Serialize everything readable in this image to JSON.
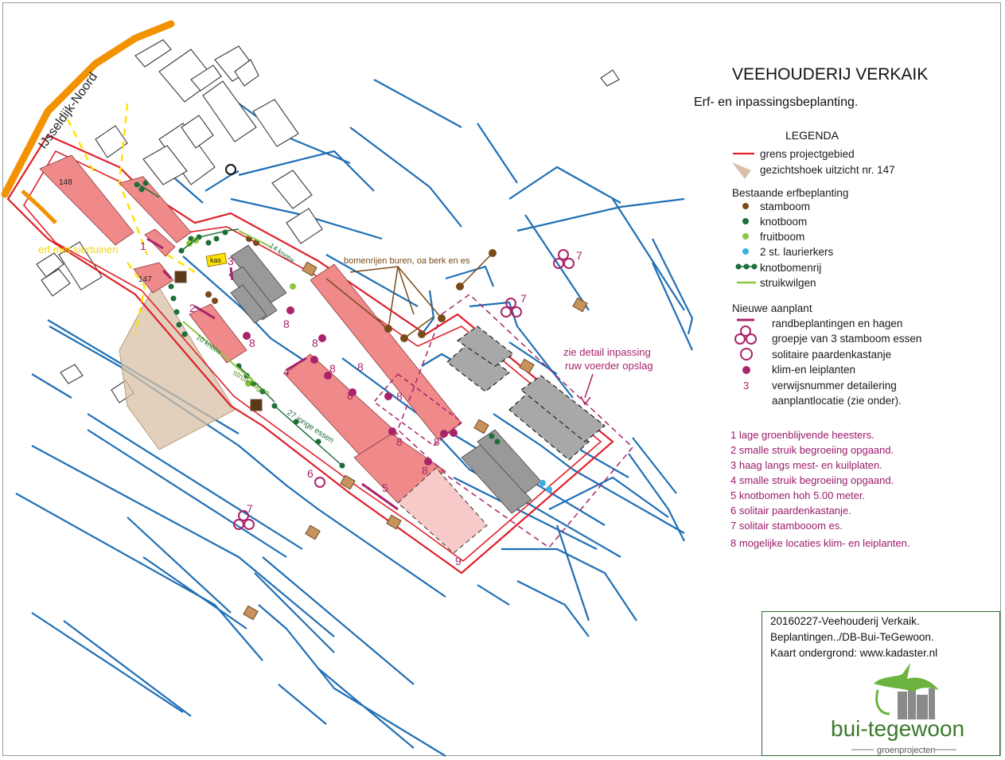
{
  "title": "VEEHOUDERIJ VERKAIK",
  "subtitle": "Erf- en inpassingsbeplanting.",
  "legend": {
    "heading": "LEGENDA",
    "boundary": "grens projectgebied",
    "view_angle": "gezichtshoek uitzicht nr. 147",
    "existing_heading": "Bestaande erfbeplanting",
    "existing": [
      "stamboom",
      "knotboom",
      "fruitboom",
      "2 st. laurierkers",
      "knotbomenrij",
      "struikwilgen"
    ],
    "new_heading": "Nieuwe aanplant",
    "new": [
      "randbeplantingen en hagen",
      "groepje van 3 stamboom essen",
      "solitaire paardenkastanje",
      "klim-en leiplanten",
      "verwijsnummer detailering",
      "aanplantlocatie (zie onder)."
    ],
    "ref_number": "3"
  },
  "notes": [
    "1  lage groenblijvende heesters.",
    "2  smalle struik begroeiing opgaand.",
    "3  haag langs mest- en kuilplaten.",
    "4  smalle struik begroeiing opgaand.",
    "5  knotbomen hoh 5.00 meter.",
    "6  solitair paardenkastanje.",
    "7  solitair stambooom es.",
    "8  mogelijke locaties klim- en leiplanten."
  ],
  "map_labels": {
    "road": "IJsseldijk-Noord",
    "house_148": "148",
    "house_147": "147",
    "erf_siertuinen": "erf met siertuinen",
    "kas": "kas",
    "bomenrijen": "bomenrijen buren, oa berk en es",
    "detail": [
      "zie detail inpassing",
      "ruw voerder opslag"
    ],
    "knotw_10": "10 knotw",
    "knotw_14": "14 knotw",
    "struikwilgen": "struikwilgen",
    "jonge_essen": "27 jonge essen",
    "n1": "1",
    "n2": "2",
    "n3": "3",
    "n4": "4",
    "n5": "5",
    "n6": "6",
    "n7": "7",
    "n8": "8",
    "n9": "9"
  },
  "info": [
    "20160227-Veehouderij Verkaik.",
    "Beplantingen../DB-Bui-TeGewoon.",
    "Kaart ondergrond: www.kadaster.nl"
  ],
  "logo": {
    "brand": "bui-tegewoon",
    "tagline": "groenprojecten"
  },
  "colors": {
    "ditch": "#1f6fb5",
    "boundary": "#e0202a",
    "road": "#f39200",
    "existing_building": "#f08a8a",
    "planned_building": "#f7c9c9",
    "silo": "#999999",
    "stamboom": "#7a4a1a",
    "knotboom": "#1f6e3a",
    "fruitboom": "#8dc63f",
    "laurierkers": "#39b0e0",
    "new_planting": "#a8246b",
    "view_cone": "#d8c0a6",
    "dashed_yellow": "#ffe000"
  }
}
